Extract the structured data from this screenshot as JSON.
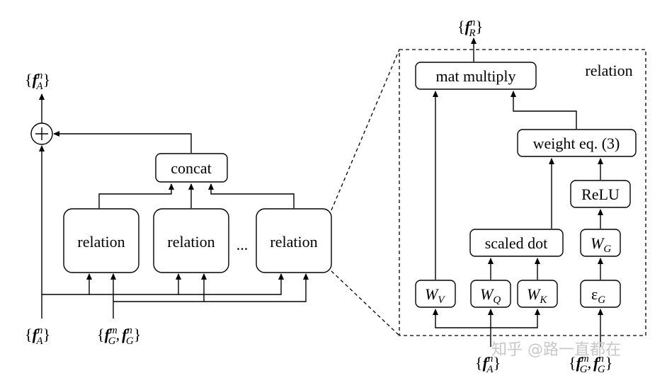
{
  "left_module": {
    "concat_label": "concat",
    "relation_labels": [
      "relation",
      "relation",
      "relation"
    ],
    "ellipsis": "...",
    "plus_symbol": "+",
    "output_label": "{f_A^n}",
    "input_a_label": "{f_A^n}",
    "input_g_label": "{f_G^m, f_G^n}"
  },
  "right_module": {
    "title": "relation",
    "mat_multiply_label": "mat multiply",
    "weight_label": "weight eq. (3)",
    "relu_label": "ReLU",
    "scaled_dot_label": "scaled dot",
    "wg_label": "W_G",
    "eg_label": "ε_G",
    "wv_label": "W_V",
    "wq_label": "W_Q",
    "wk_label": "W_K",
    "output_label": "{f_R^n}",
    "input_a_label": "{f_A^n}",
    "input_g_label": "{f_G^m, f_G^n}"
  },
  "watermark": "知乎 @路一直都在"
}
